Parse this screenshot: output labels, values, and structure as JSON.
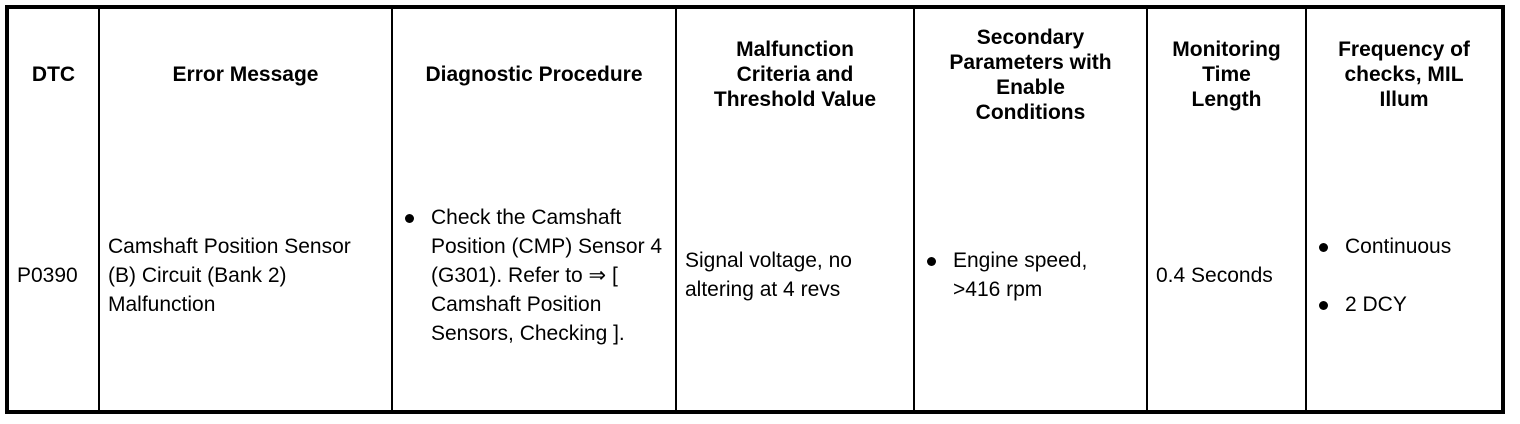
{
  "table": {
    "columns": [
      {
        "key": "dtc",
        "label": "DTC"
      },
      {
        "key": "error",
        "label": "Error Message"
      },
      {
        "key": "diagnostic",
        "label": "Diagnostic Procedure"
      },
      {
        "key": "malfunction",
        "label": "Malfunction Criteria and Threshold Value"
      },
      {
        "key": "secondary",
        "label": "Secondary Parameters with Enable Conditions"
      },
      {
        "key": "monitoring",
        "label": "Monitoring Time Length"
      },
      {
        "key": "frequency",
        "label": "Frequency of checks, MIL Illum"
      }
    ],
    "header_lines": {
      "dtc": [
        "DTC"
      ],
      "error": [
        "Error Message"
      ],
      "diagnostic": [
        "Diagnostic Procedure"
      ],
      "malfunction": [
        "Malfunction",
        "Criteria and",
        "Threshold Value"
      ],
      "secondary": [
        "Secondary",
        "Parameters with",
        "Enable",
        "Conditions"
      ],
      "monitoring": [
        "Monitoring",
        "Time",
        "Length"
      ],
      "frequency": [
        "Frequency of",
        "checks, MIL",
        "Illum"
      ]
    },
    "rows": [
      {
        "dtc": "P0390",
        "error": "Camshaft Position Sensor (B) Circuit (Bank 2) Malfunction",
        "diagnostic_bullets": [
          "Check the Camshaft Position (CMP) Sensor 4 (G301). Refer to ⇒ [ Camshaft Position Sensors, Checking ]."
        ],
        "malfunction": "Signal voltage, no altering at 4 revs",
        "secondary_bullets": [
          "Engine speed, >416 rpm"
        ],
        "monitoring": "0.4 Seconds",
        "frequency_bullets": [
          "Continuous",
          "2 DCY"
        ]
      }
    ]
  },
  "colors": {
    "border": "#000000",
    "text": "#000000",
    "background": "#ffffff"
  }
}
